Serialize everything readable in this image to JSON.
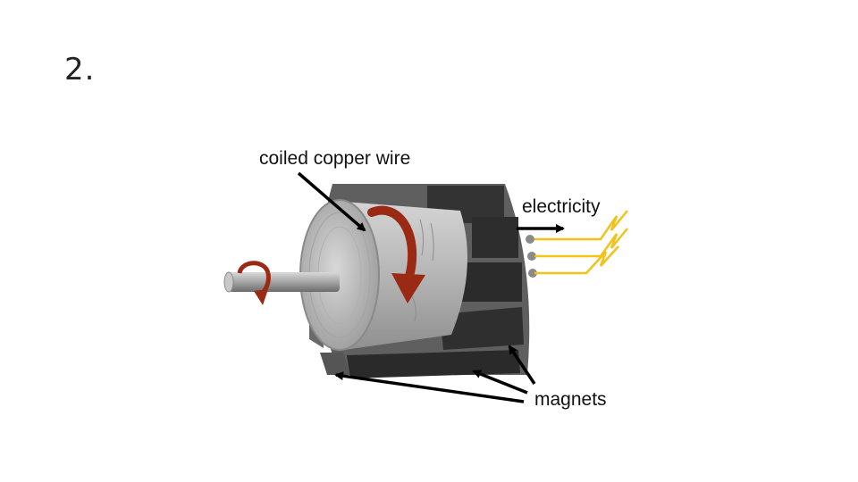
{
  "slide": {
    "number": "2."
  },
  "diagram": {
    "labels": {
      "coil": "coiled copper wire",
      "electricity": "electricity",
      "magnets": "magnets"
    },
    "colors": {
      "rotation_arrow": "#9a2a14",
      "electricity": "#f2c21b",
      "magnet": "#333333",
      "housing": "#6e6e6e",
      "armature": "#b9b9b9"
    }
  }
}
